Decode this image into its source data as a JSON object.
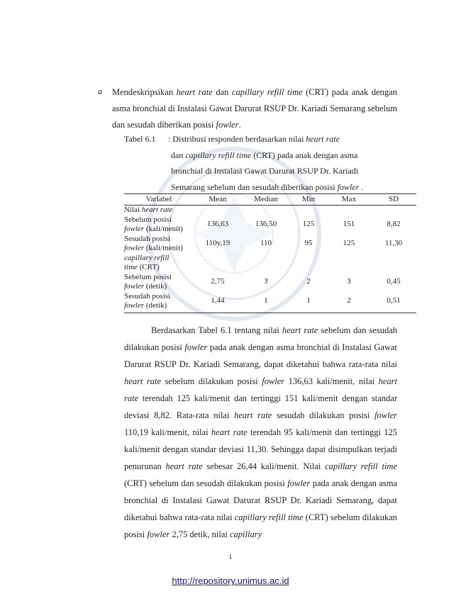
{
  "section": {
    "marker": "a",
    "text_html": "Mendeskripsikan <i>heart rate</i> dan <i>capillary refill time</i> (CRT) pada anak dengan asma bronchial di Instalasi Gawat Darurat RSUP Dr. Kariadi Semarang sebelum dan sesudah diberikan posisi <i>fowler</i>."
  },
  "caption": {
    "label": "Tabel 6.1",
    "line1_html": ": Distribusi responden berdasarkan nilai <i>heart rate</i>",
    "rest_html": "dan <i>capillary refill time</i> (CRT) pada anak dengan asma<br>bronchial di Instalasi Gawat Darurat RSUP Dr. Kariadi<br>Semarang sebelum dan sesudah diberikan posisi <i>fowler</i> ."
  },
  "table": {
    "headers": [
      "Variabel",
      "Mean",
      "Median",
      "Min",
      "Max",
      "SD"
    ],
    "rows": [
      {
        "label_html": "Nilai <i>heart rate</i>",
        "values": [
          "",
          "",
          "",
          "",
          ""
        ]
      },
      {
        "label_html": "Sebelum posisi<br><i>fowler</i> (kali/menit)",
        "values": [
          "136,63",
          "136,50",
          "125",
          "151",
          "8,82"
        ]
      },
      {
        "label_html": "Sesudah posisi<br><i>fowler</i> (kali/menit)",
        "values": [
          "110y,19",
          "110",
          "95",
          "125",
          "11,30"
        ]
      },
      {
        "label_html": "<i>capillary refill<br>time</i> (CRT)",
        "values": [
          "",
          "",
          "",
          "",
          ""
        ]
      },
      {
        "label_html": "Sebelum posisi<br><i>fowler</i> (detik)",
        "values": [
          "2,75",
          "3",
          "2",
          "3",
          "0,45"
        ]
      },
      {
        "label_html": "Sesudah posisi<br><i>fowler</i> (detik)",
        "values": [
          "1,44",
          "1",
          "1",
          "2",
          "0,51"
        ]
      }
    ]
  },
  "body_html": "Berdasarkan Tabel 6.1 tentang nilai <i>heart rate</i> sebelum dan sesudah dilakukan posisi <i>fowler</i> pada anak dengan asma bronchial di Instalasi Gawat Darurat RSUP Dr. Kariadi Semarang, dapat diketahui bahwa rata-rata nilai <i>heart rate</i> sebelum dilakukan posisi <i>fowler</i> 136,63 kali/menit, nilai <i>heart rate</i> terendah 125 kali/menit dan tertinggi 151 kali/menit dengan standar deviasi 8,82. Rata-rata nilai <i>heart rate</i> sesudah dilakukan posisi <i>fowler</i> 110,19 kali/menit, nilai <i>heart rate</i> terendah 95 kali/menit dan tertinggi 125 kali/menit dengan standar deviasi 11,30. Sehingga dapat disimpulkan terjadi penurunan <i>heart rate</i> sebesar 26,44 kali/menit. Nilai <i>capillary refill time</i> (CRT) sebelum dan sesudah dilakukan posisi <i>fowler</i> pada anak dengan asma bronchial di Instalasi Gawat Darurat RSUP Dr. Kariadi Semarang, dapat diketahui bahwa rata-rata nilai <i>capillary refill time</i> (CRT) sebelum dilakukan posisi <i>fowler</i> 2,75 detik, nilai <i>capillary</i>",
  "page_number": "i",
  "footer_link": "http://repository.unimus.ac.id",
  "watermark_color": "#7a9cc9"
}
